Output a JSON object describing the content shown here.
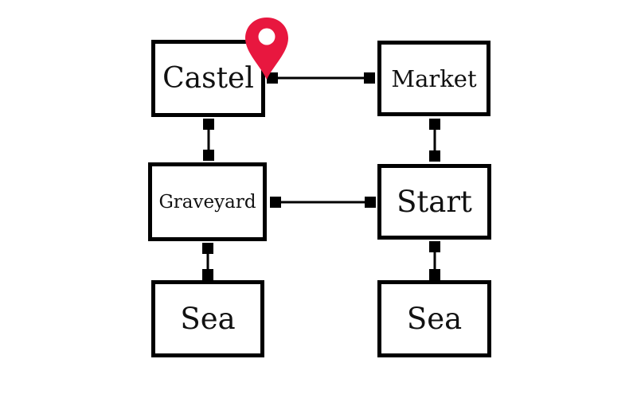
{
  "nodes": {
    "castel": "Castel",
    "market": "Market",
    "graveyard": "Graveyard",
    "start": "Start",
    "sea_left": "Sea",
    "sea_right": "Sea"
  },
  "edges": [
    [
      "castel",
      "market"
    ],
    [
      "castel",
      "graveyard"
    ],
    [
      "market",
      "start"
    ],
    [
      "graveyard",
      "start"
    ],
    [
      "graveyard",
      "sea_left"
    ],
    [
      "start",
      "sea_right"
    ]
  ],
  "colors": {
    "line": "#000000",
    "pin": "#e8173f"
  },
  "icons": {
    "location": "map-pin-icon"
  }
}
